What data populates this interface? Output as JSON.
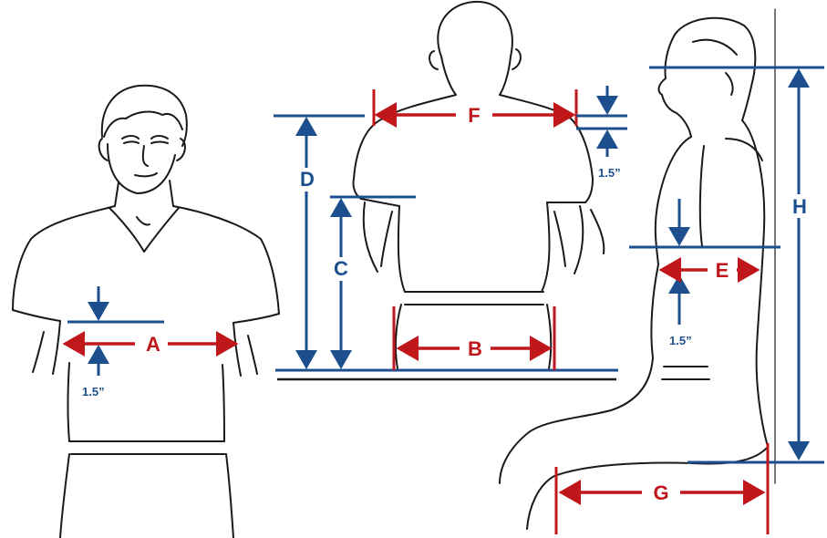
{
  "figure": {
    "labels": {
      "A": "A",
      "B": "B",
      "C": "C",
      "D": "D",
      "E": "E",
      "F": "F",
      "G": "G",
      "H": "H"
    },
    "offsets": {
      "front_chest": "1.5”",
      "back_shoulder": "1.5”",
      "side_chest": "1.5”"
    },
    "colors": {
      "red_measure": "#c0171b",
      "blue_measure": "#1d4f8f",
      "outline": "#1a1a1a"
    }
  }
}
